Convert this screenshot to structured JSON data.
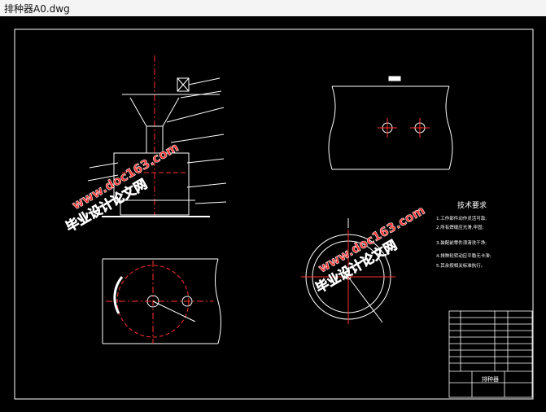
{
  "window": {
    "title": "排种器A0.dwg"
  },
  "drawing": {
    "tech_heading": "技术要求",
    "tech_notes": [
      "1.工作部件动作灵活可靠;",
      "2.所有焊缝应光滑,牢固;",
      "3.装配前零件须清洗干净;",
      "4.排种轮转动应平稳无卡滞;",
      "5.其余按相关标准执行。"
    ],
    "title_block_name": "排种器",
    "accent": "#ff3030",
    "line_color": "#ffffff"
  },
  "watermarks": [
    {
      "cn": "毕业设计论文网",
      "url": "www.doc163.com"
    },
    {
      "cn": "毕业设计论文网",
      "url": "www.doc163.com"
    }
  ]
}
